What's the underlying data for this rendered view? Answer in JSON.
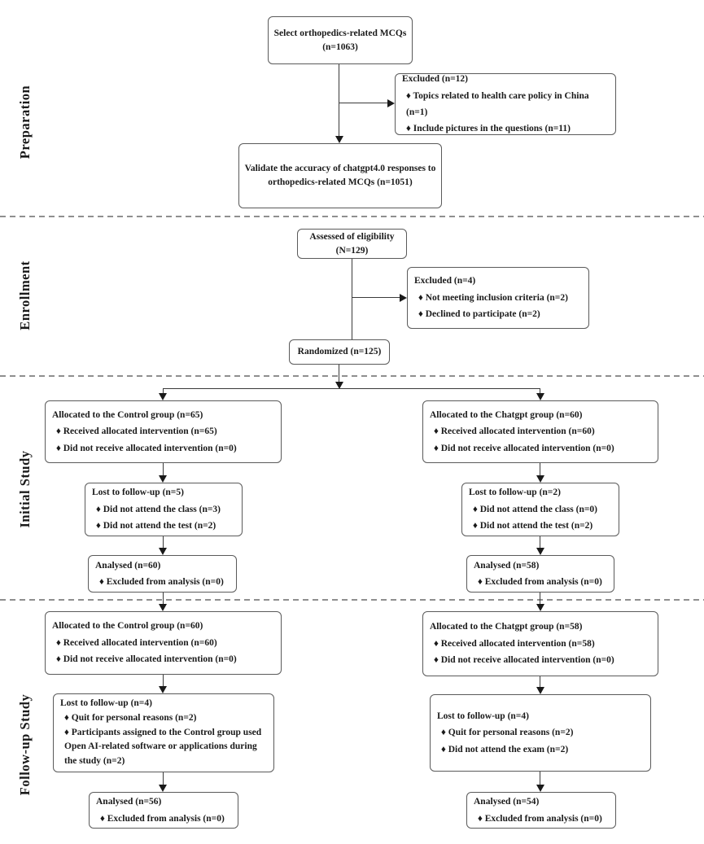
{
  "diagram": {
    "sections": {
      "preparation": {
        "label": "Preparation"
      },
      "enrollment": {
        "label": "Enrollment"
      },
      "initial": {
        "label": "Initial Study"
      },
      "followup": {
        "label": "Follow-up Study"
      }
    },
    "boxes": {
      "select_mcqs": {
        "line1": "Select orthopedics-related MCQs",
        "line2": "(n=1063)"
      },
      "prep_excluded": {
        "title": "Excluded (n=12)",
        "items": [
          "♦ Topics related to health care policy in China (n=1)",
          "♦ Include pictures in the questions (n=11)"
        ]
      },
      "validate": {
        "line1": "Validate the accuracy of chatgpt4.0 responses to",
        "line2": "orthopedics-related MCQs (n=1051)"
      },
      "assessed": {
        "line1": "Assessed of eligibility",
        "line2": "(N=129)"
      },
      "enroll_excluded": {
        "title": "Excluded (n=4)",
        "items": [
          "♦ Not meeting inclusion criteria (n=2)",
          "♦ Declined to participate (n=2)"
        ]
      },
      "randomized": {
        "line1": "Randomized (n=125)"
      },
      "init_control_alloc": {
        "title": "Allocated to the Control group (n=65)",
        "items": [
          "♦ Received allocated intervention (n=65)",
          "♦ Did not receive allocated intervention (n=0)"
        ]
      },
      "init_chatgpt_alloc": {
        "title": "Allocated to the Chatgpt group (n=60)",
        "items": [
          "♦ Received allocated intervention (n=60)",
          "♦ Did not receive allocated intervention (n=0)"
        ]
      },
      "init_control_lost": {
        "title": "Lost to follow-up (n=5)",
        "items": [
          "♦ Did not attend the class (n=3)",
          "♦ Did not attend the test (n=2)"
        ]
      },
      "init_chatgpt_lost": {
        "title": "Lost to follow-up (n=2)",
        "items": [
          "♦ Did not attend the class (n=0)",
          "♦ Did not attend the test (n=2)"
        ]
      },
      "init_control_analysed": {
        "title": "Analysed (n=60)",
        "items": [
          "♦ Excluded from analysis (n=0)"
        ]
      },
      "init_chatgpt_analysed": {
        "title": "Analysed (n=58)",
        "items": [
          "♦ Excluded from analysis (n=0)"
        ]
      },
      "fu_control_alloc": {
        "title": "Allocated to the Control group (n=60)",
        "items": [
          "♦ Received allocated intervention (n=60)",
          "♦ Did not receive allocated intervention (n=0)"
        ]
      },
      "fu_chatgpt_alloc": {
        "title": "Allocated to the Chatgpt group (n=58)",
        "items": [
          "♦ Received allocated intervention (n=58)",
          "♦ Did not receive allocated intervention (n=0)"
        ]
      },
      "fu_control_lost": {
        "title": "Lost to follow-up (n=4)",
        "items": [
          "♦ Quit for personal reasons (n=2)",
          "♦ Participants assigned to the Control group used Open AI-related software or applications during the study (n=2)"
        ]
      },
      "fu_chatgpt_lost": {
        "title": "Lost to follow-up (n=4)",
        "items": [
          "♦ Quit for personal reasons (n=2)",
          "♦ Did not attend the exam (n=2)"
        ]
      },
      "fu_control_analysed": {
        "title": "Analysed (n=56)",
        "items": [
          "♦ Excluded from analysis (n=0)"
        ]
      },
      "fu_chatgpt_analysed": {
        "title": "Analysed (n=54)",
        "items": [
          "♦ Excluded from analysis (n=0)"
        ]
      }
    },
    "colors": {
      "box_border": "#5a5a5a",
      "line": "#3a3a3a",
      "arrow": "#1a1a1a",
      "divider": "#8f8f8f",
      "text": "#1a1a1a",
      "background": "#ffffff"
    }
  }
}
